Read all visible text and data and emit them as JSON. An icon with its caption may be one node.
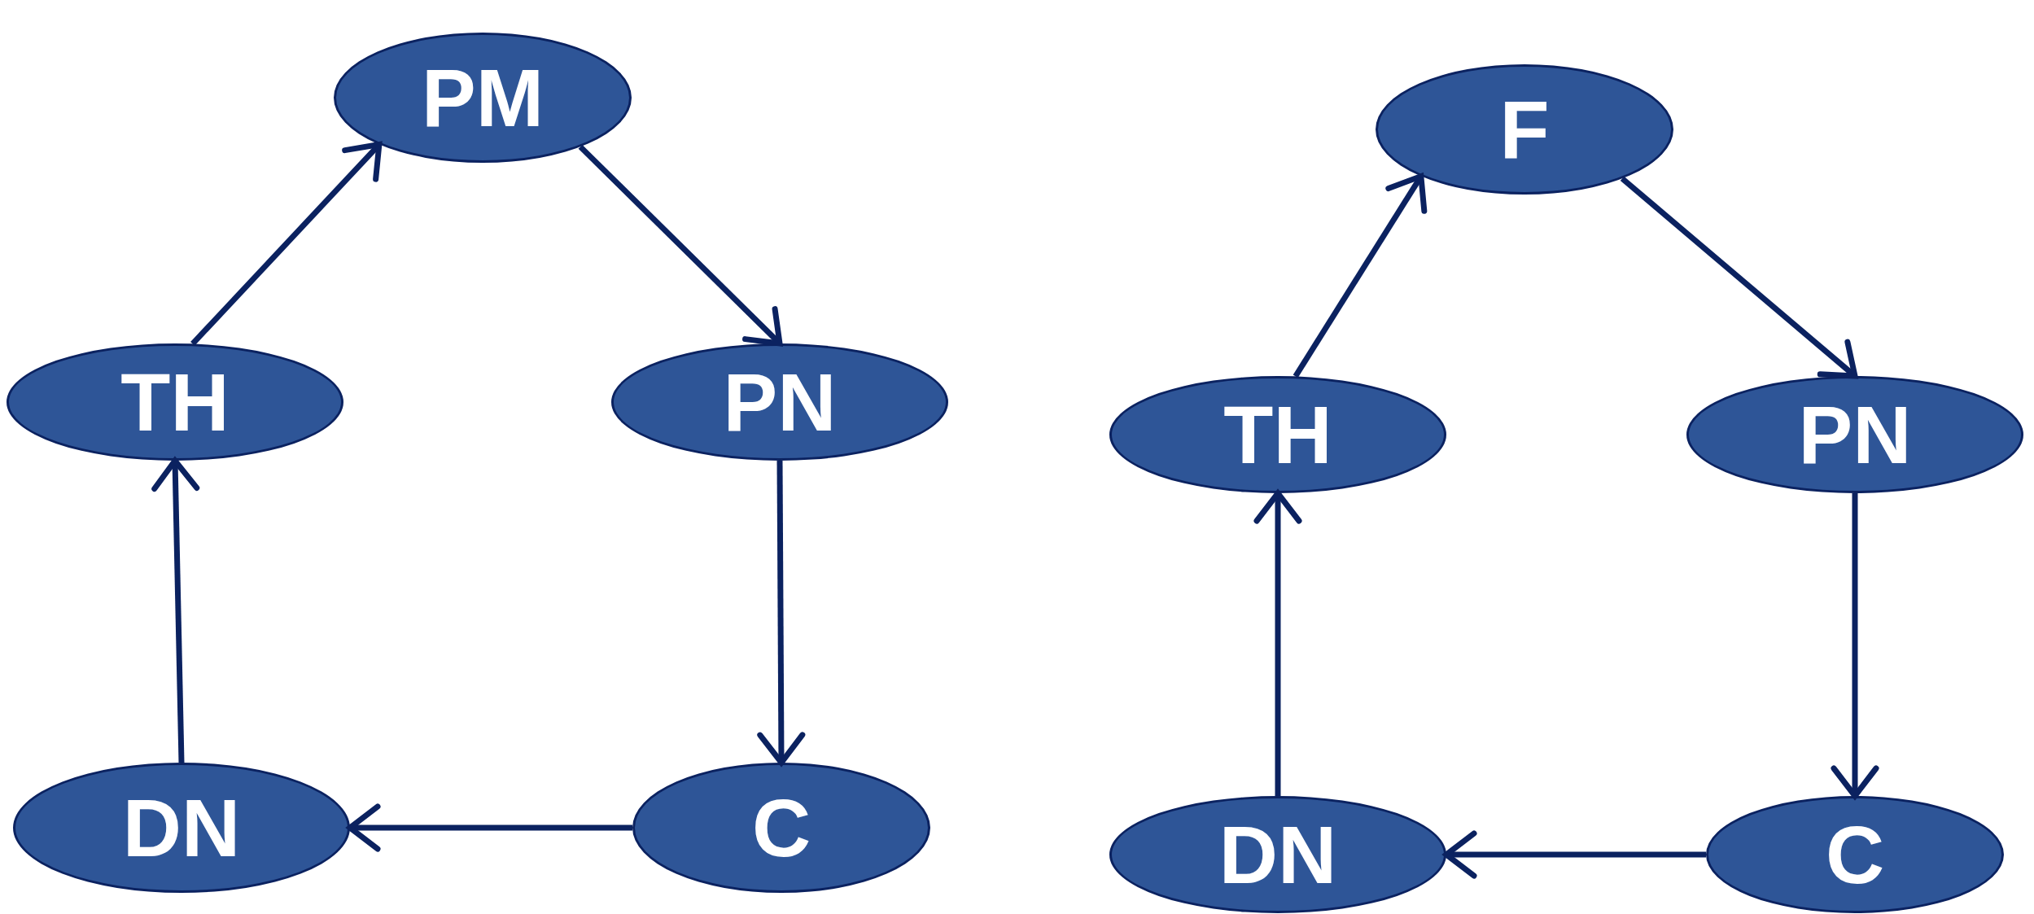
{
  "diagram": {
    "nodes": [
      {
        "text": [
          "PM"
        ]
      },
      {
        "text": [
          "TH"
        ]
      },
      {
        "text": [
          "PN"
        ]
      },
      {
        "text": [
          "DN"
        ]
      },
      {
        "text": [
          "C"
        ]
      },
      {
        "text": [
          "F"
        ]
      },
      {
        "text": [
          "TH"
        ]
      },
      {
        "text": [
          "PN"
        ]
      },
      {
        "text": [
          "DN"
        ]
      },
      {
        "text": [
          "C"
        ]
      }
    ],
    "edges": [
      {
        "from": 1,
        "to": 0,
        "arrow": "to"
      },
      {
        "from": 0,
        "to": 2,
        "arrow": "to"
      },
      {
        "from": 2,
        "to": 4,
        "arrow": "to"
      },
      {
        "from": 4,
        "to": 3,
        "arrow": "to"
      },
      {
        "from": 3,
        "to": 1,
        "arrow": "to"
      },
      {
        "from": 6,
        "to": 5,
        "arrow": "to"
      },
      {
        "from": 5,
        "to": 7,
        "arrow": "to"
      },
      {
        "from": 7,
        "to": 9,
        "arrow": "to"
      },
      {
        "from": 9,
        "to": 8,
        "arrow": "to"
      },
      {
        "from": 8,
        "to": 6,
        "arrow": "to"
      }
    ]
  }
}
